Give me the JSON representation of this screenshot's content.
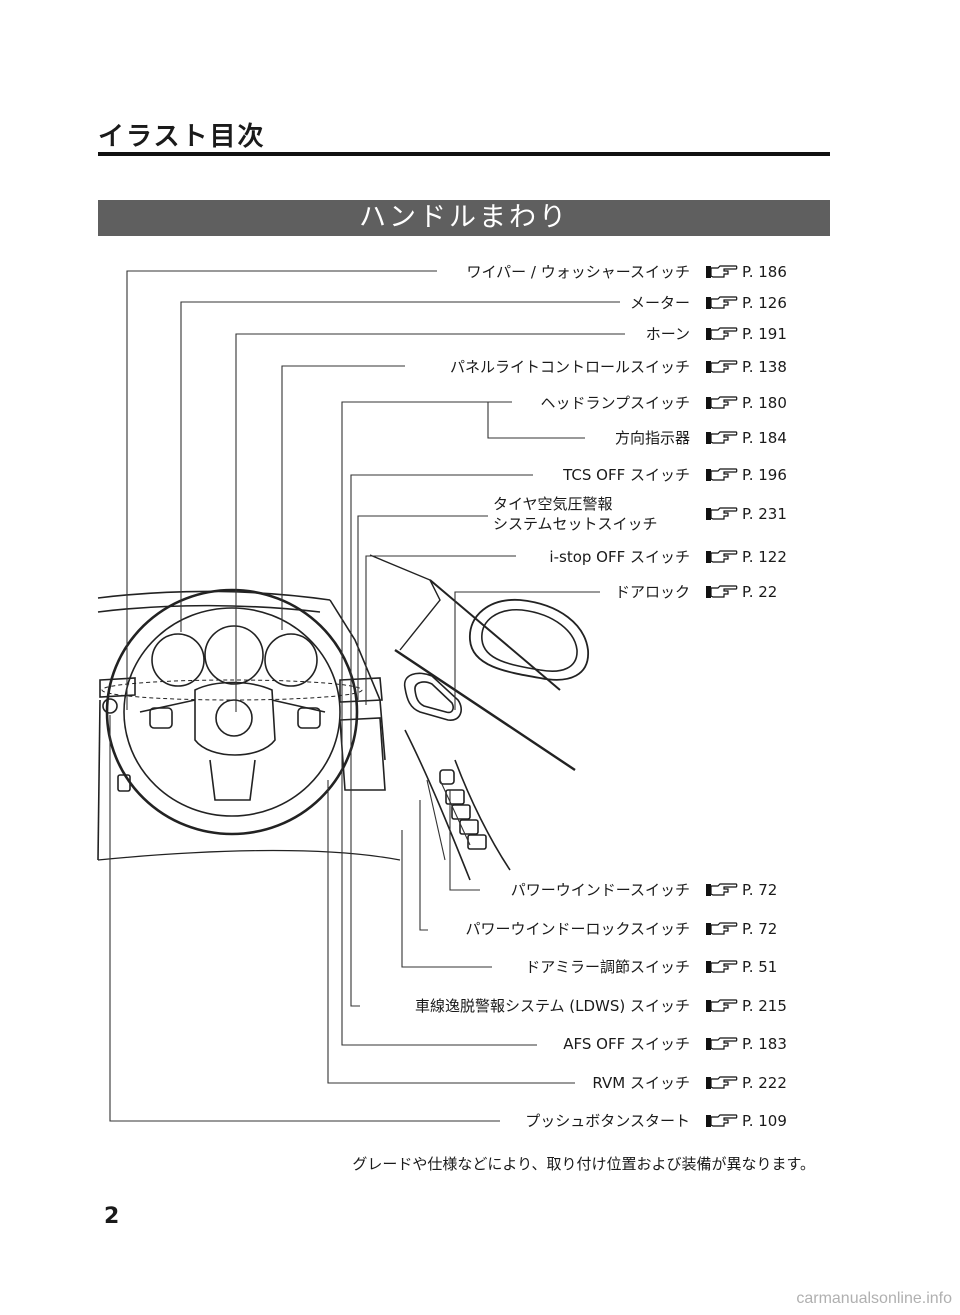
{
  "page_title": "イラスト目次",
  "section_title": "ハンドルまわり",
  "items": [
    {
      "label": "ワイパー / ウォッシャースイッチ",
      "ref": "P. 186"
    },
    {
      "label": "メーター",
      "ref": "P. 126"
    },
    {
      "label": "ホーン",
      "ref": "P. 191"
    },
    {
      "label": "パネルライトコントロールスイッチ",
      "ref": "P. 138"
    },
    {
      "label": "ヘッドランプスイッチ",
      "ref": "P. 180"
    },
    {
      "label": "方向指示器",
      "ref": "P. 184"
    },
    {
      "label": "TCS OFF スイッチ",
      "ref": "P. 196"
    },
    {
      "label": "タイヤ空気圧警報",
      "label2": "システムセットスイッチ",
      "ref": "P. 231"
    },
    {
      "label": "i-stop OFF スイッチ",
      "ref": "P. 122"
    },
    {
      "label": "ドアロック",
      "ref": "P. 22"
    },
    {
      "label": "パワーウインドースイッチ",
      "ref": "P. 72"
    },
    {
      "label": "パワーウインドーロックスイッチ",
      "ref": "P. 72"
    },
    {
      "label": "ドアミラー調節スイッチ",
      "ref": "P. 51"
    },
    {
      "label": "車線逸脱警報システム (LDWS) スイッチ",
      "ref": "P. 215"
    },
    {
      "label": "AFS OFF スイッチ",
      "ref": "P. 183"
    },
    {
      "label": "RVM スイッチ",
      "ref": "P. 222"
    },
    {
      "label": "プッシュボタンスタート",
      "ref": "P. 109"
    }
  ],
  "note": "グレードや仕様などにより、取り付け位置および装備が異なります。",
  "page_number": "2",
  "watermark": "carmanualsonline.info",
  "icons": {
    "reference": "pointing-hand-icon"
  }
}
